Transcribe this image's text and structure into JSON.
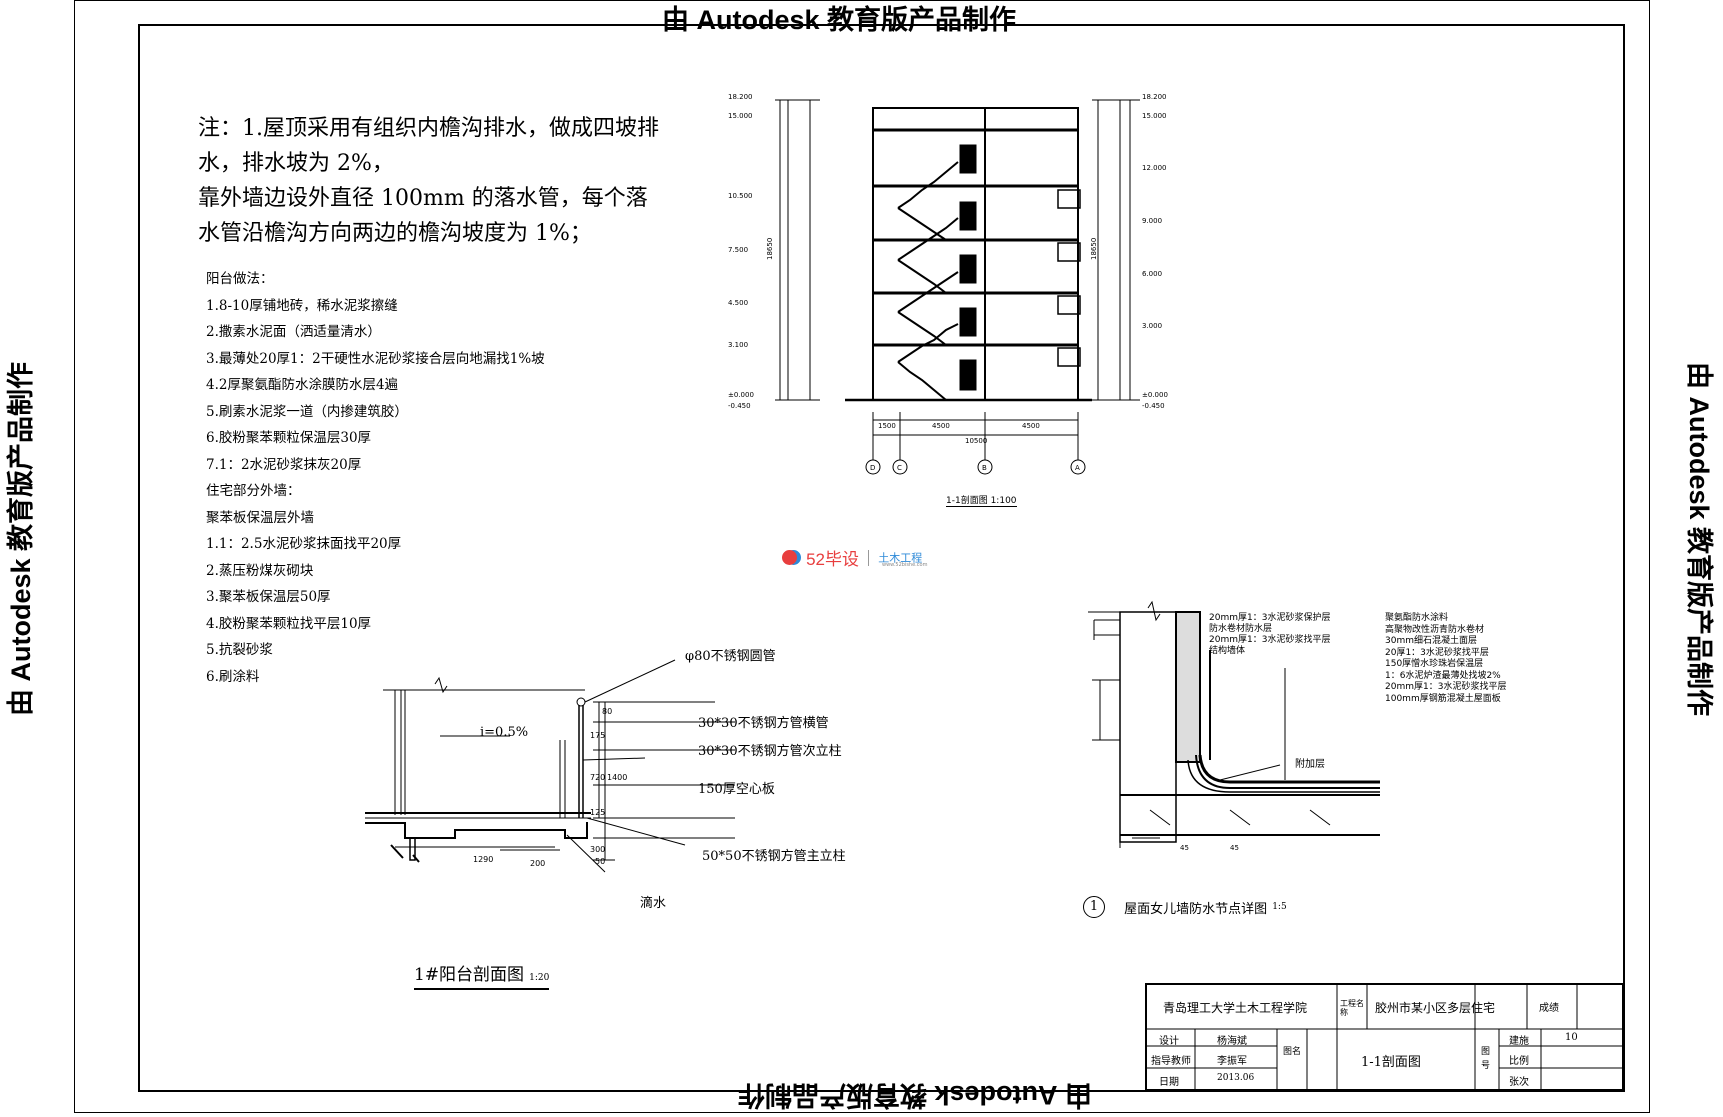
{
  "watermark": {
    "text": "由 Autodesk 教育版产品制作"
  },
  "notes": {
    "main": [
      "注：1.屋顶采用有组织内檐沟排水，做成四坡排",
      "水，排水坡为 2%，",
      "   靠外墙边设外直径 100mm 的落水管，每个落",
      "水管沿檐沟方向两边的檐沟坡度为 1%；"
    ],
    "list": [
      "阳台做法：",
      "1.8-10厚铺地砖，稀水泥浆擦缝",
      "2.撒素水泥面（洒适量清水）",
      "3.最薄处20厚1：2干硬性水泥砂浆接合层向地漏找1%坡",
      "4.2厚聚氨酯防水涂膜防水层4遍",
      "5.刷素水泥浆一道（内掺建筑胶）",
      "6.胶粉聚苯颗粒保温层30厚",
      "7.1：2水泥砂浆抹灰20厚",
      "住宅部分外墙：",
      "聚苯板保温层外墙",
      "1.1：2.5水泥砂浆抹面找平20厚",
      "2.蒸压粉煤灰砌块",
      "3.聚苯板保温层50厚",
      "4.胶粉聚苯颗粒找平层10厚",
      "5.抗裂砂浆",
      "6.刷涂料"
    ]
  },
  "section": {
    "title": "1-1剖面图",
    "scale": "1:100",
    "levels_left": [
      "18.200",
      "15.000",
      "10.500",
      "7.500",
      "4.500",
      "3.100",
      "±0.000",
      "-0.450"
    ],
    "levels_right": [
      "18.200",
      "15.000",
      "12.000",
      "9.000",
      "6.000",
      "3.000",
      "±0.000",
      "-0.450"
    ],
    "total_height": "18650",
    "dims_bottom": [
      "1500",
      "4500",
      "4500"
    ],
    "dim_total": "10500",
    "axes": [
      "D",
      "C",
      "B",
      "A"
    ]
  },
  "logo": {
    "brand": "52毕设",
    "category": "土木工程",
    "site": "www.52bishe.com"
  },
  "balcony": {
    "title": "1#阳台剖面图",
    "scale": "1:20",
    "labels": [
      "φ80不锈钢圆管",
      "30*30不锈钢方管横管",
      "30*30不锈钢方管次立柱",
      "150厚空心板",
      "50*50不锈钢方管主立柱",
      "滴水"
    ],
    "slope": "i=0.5%",
    "dims": [
      "80",
      "175",
      "720",
      "1400",
      "125",
      "300",
      "1290",
      "200",
      "50"
    ]
  },
  "parapet": {
    "circle": "1",
    "title": "屋面女儿墙防水节点详图",
    "scale": "1:5",
    "left_labels": [
      "20mm厚1：3水泥砂浆保护层",
      "防水卷材防水层",
      "20mm厚1：3水泥砂浆找平层",
      "结构墙体"
    ],
    "right_labels": [
      "聚氨酯防水涂料",
      "高聚物改性沥青防水卷材",
      "30mm细石混凝土面层",
      "20厚1：3水泥砂浆找平层",
      "150厚憎水珍珠岩保温层",
      "1：6水泥炉渣最薄处找坡2%",
      "20mm厚1：3水泥砂浆找平层",
      "100mm厚钢筋混凝土屋面板"
    ],
    "extra": "附加层",
    "dims": [
      "45",
      "45"
    ]
  },
  "title_block": {
    "school": "青岛理工大学土木工程学院",
    "proj_label": "工程名称",
    "project": "胶州市某小区多层住宅",
    "grade_label": "成绩",
    "row_labels": [
      "设计",
      "指导教师",
      "日期"
    ],
    "row_values": [
      "杨海斌",
      "李振军",
      "2013.06"
    ],
    "drawing_label": "图名",
    "drawing": "1-1剖面图",
    "num_label": "图号",
    "right_labels": [
      "建施",
      "比例",
      "张次"
    ],
    "right_value": "10"
  }
}
